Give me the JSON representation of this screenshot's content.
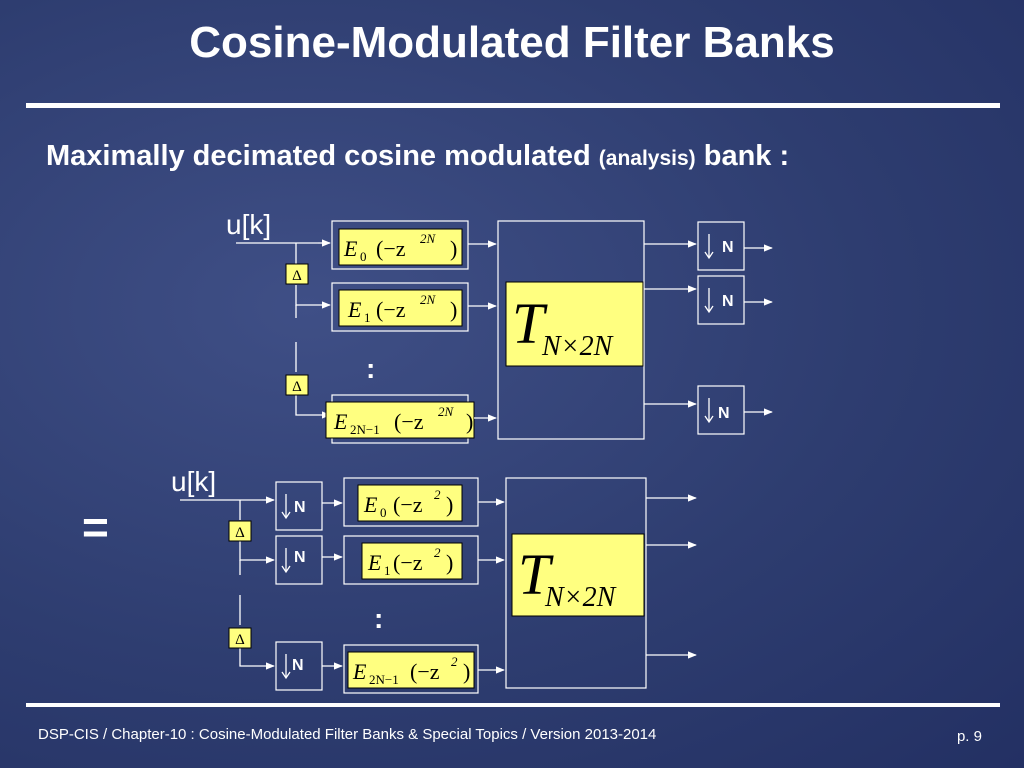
{
  "slide": {
    "title": "Cosine-Modulated Filter Banks",
    "subtitle_main": "Maximally decimated cosine modulated ",
    "subtitle_paren": "(analysis)",
    "subtitle_end": " bank :",
    "equals": "="
  },
  "diagram": {
    "input_label": "u[k]",
    "delay_symbol": "Δ",
    "decimator_label": "N",
    "ellipsis": ":",
    "transform": {
      "base": "T",
      "sub": "N×2N"
    },
    "top_filters": [
      {
        "base": "E",
        "sub": "0",
        "arg": "(−z",
        "sup": "2N",
        "close": ")"
      },
      {
        "base": "E",
        "sub": "1",
        "arg": "(−z",
        "sup": "2N",
        "close": ")"
      },
      {
        "base": "E",
        "sub": "2N−1",
        "arg": "(−z",
        "sup": "2N",
        "close": ")"
      }
    ],
    "bottom_filters": [
      {
        "base": "E",
        "sub": "0",
        "arg": "(−z",
        "sup": "2",
        "close": ")"
      },
      {
        "base": "E",
        "sub": "1",
        "arg": "(−z",
        "sup": "2",
        "close": ")"
      },
      {
        "base": "E",
        "sub": "2N−1",
        "arg": "(−z",
        "sup": "2",
        "close": ")"
      }
    ]
  },
  "footer": {
    "left": "DSP-CIS  /  Chapter-10 : Cosine-Modulated Filter Banks & Special Topics  /  Version 2013-2014",
    "page": "p. 9"
  }
}
